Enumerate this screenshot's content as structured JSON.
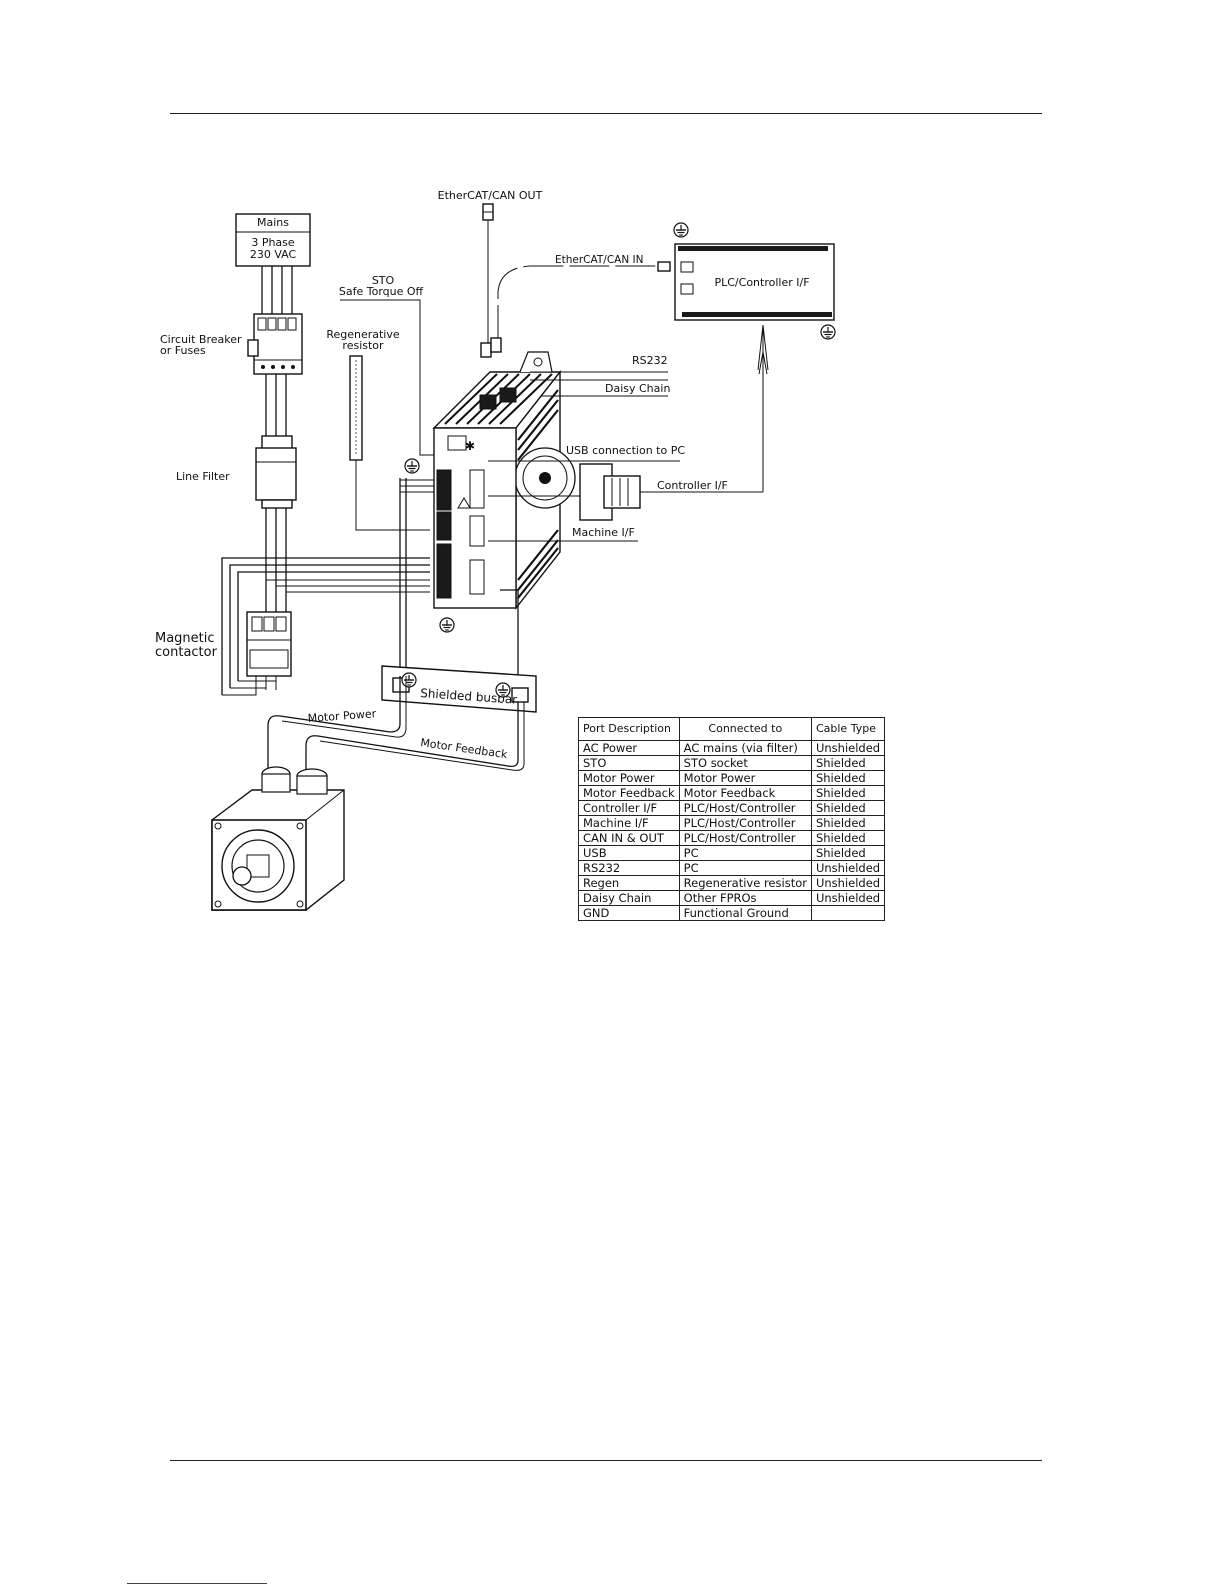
{
  "labels": {
    "ethercat_can_out": "EtherCAT/CAN OUT",
    "ethercat_can_in": "EtherCAT/CAN IN",
    "plc_controller_if": "PLC/Controller I/F",
    "mains": "Mains",
    "three_phase": "3 Phase",
    "vac": "230 VAC",
    "sto": "STO",
    "safe_torque_off": "Safe Torque Off",
    "regenerative": "Regenerative",
    "resistor": "resistor",
    "circuit_breaker": "Circuit Breaker",
    "or_fuses": "or Fuses",
    "rs232": "RS232",
    "daisy_chain": "Daisy Chain",
    "usb_connection": "USB connection to PC",
    "line_filter": "Line Filter",
    "controller_if": "Controller I/F",
    "machine_if": "Machine I/F",
    "magnetic": "Magnetic",
    "contactor": "contactor",
    "shielded_busbar": "Shielded busbar",
    "motor_power": "Motor Power",
    "motor_feedback": "Motor Feedback"
  },
  "table": {
    "headers": [
      "Port  Description",
      "Connected to",
      "Cable Type"
    ],
    "rows": [
      [
        "AC Power",
        "AC mains (via filter)",
        "Unshielded"
      ],
      [
        "STO",
        "STO socket",
        "Shielded"
      ],
      [
        "Motor Power",
        "Motor Power",
        "Shielded"
      ],
      [
        "Motor Feedback",
        "Motor Feedback",
        "Shielded"
      ],
      [
        "Controller I/F",
        "PLC/Host/Controller",
        "Shielded"
      ],
      [
        "Machine I/F",
        "PLC/Host/Controller",
        "Shielded"
      ],
      [
        "CAN IN & OUT",
        "PLC/Host/Controller",
        "Shielded"
      ],
      [
        "USB",
        "PC",
        "Shielded"
      ],
      [
        "RS232",
        "PC",
        "Unshielded"
      ],
      [
        "Regen",
        "Regenerative resistor",
        "Unshielded"
      ],
      [
        "Daisy Chain",
        "Other FPROs",
        "Unshielded"
      ],
      [
        "GND",
        "Functional Ground",
        ""
      ]
    ]
  },
  "icons": [
    "ground-icon",
    "servo-drive-icon",
    "motor-icon",
    "circuit-breaker-icon",
    "line-filter-icon",
    "contactor-icon",
    "resistor-icon",
    "connector-icon"
  ]
}
